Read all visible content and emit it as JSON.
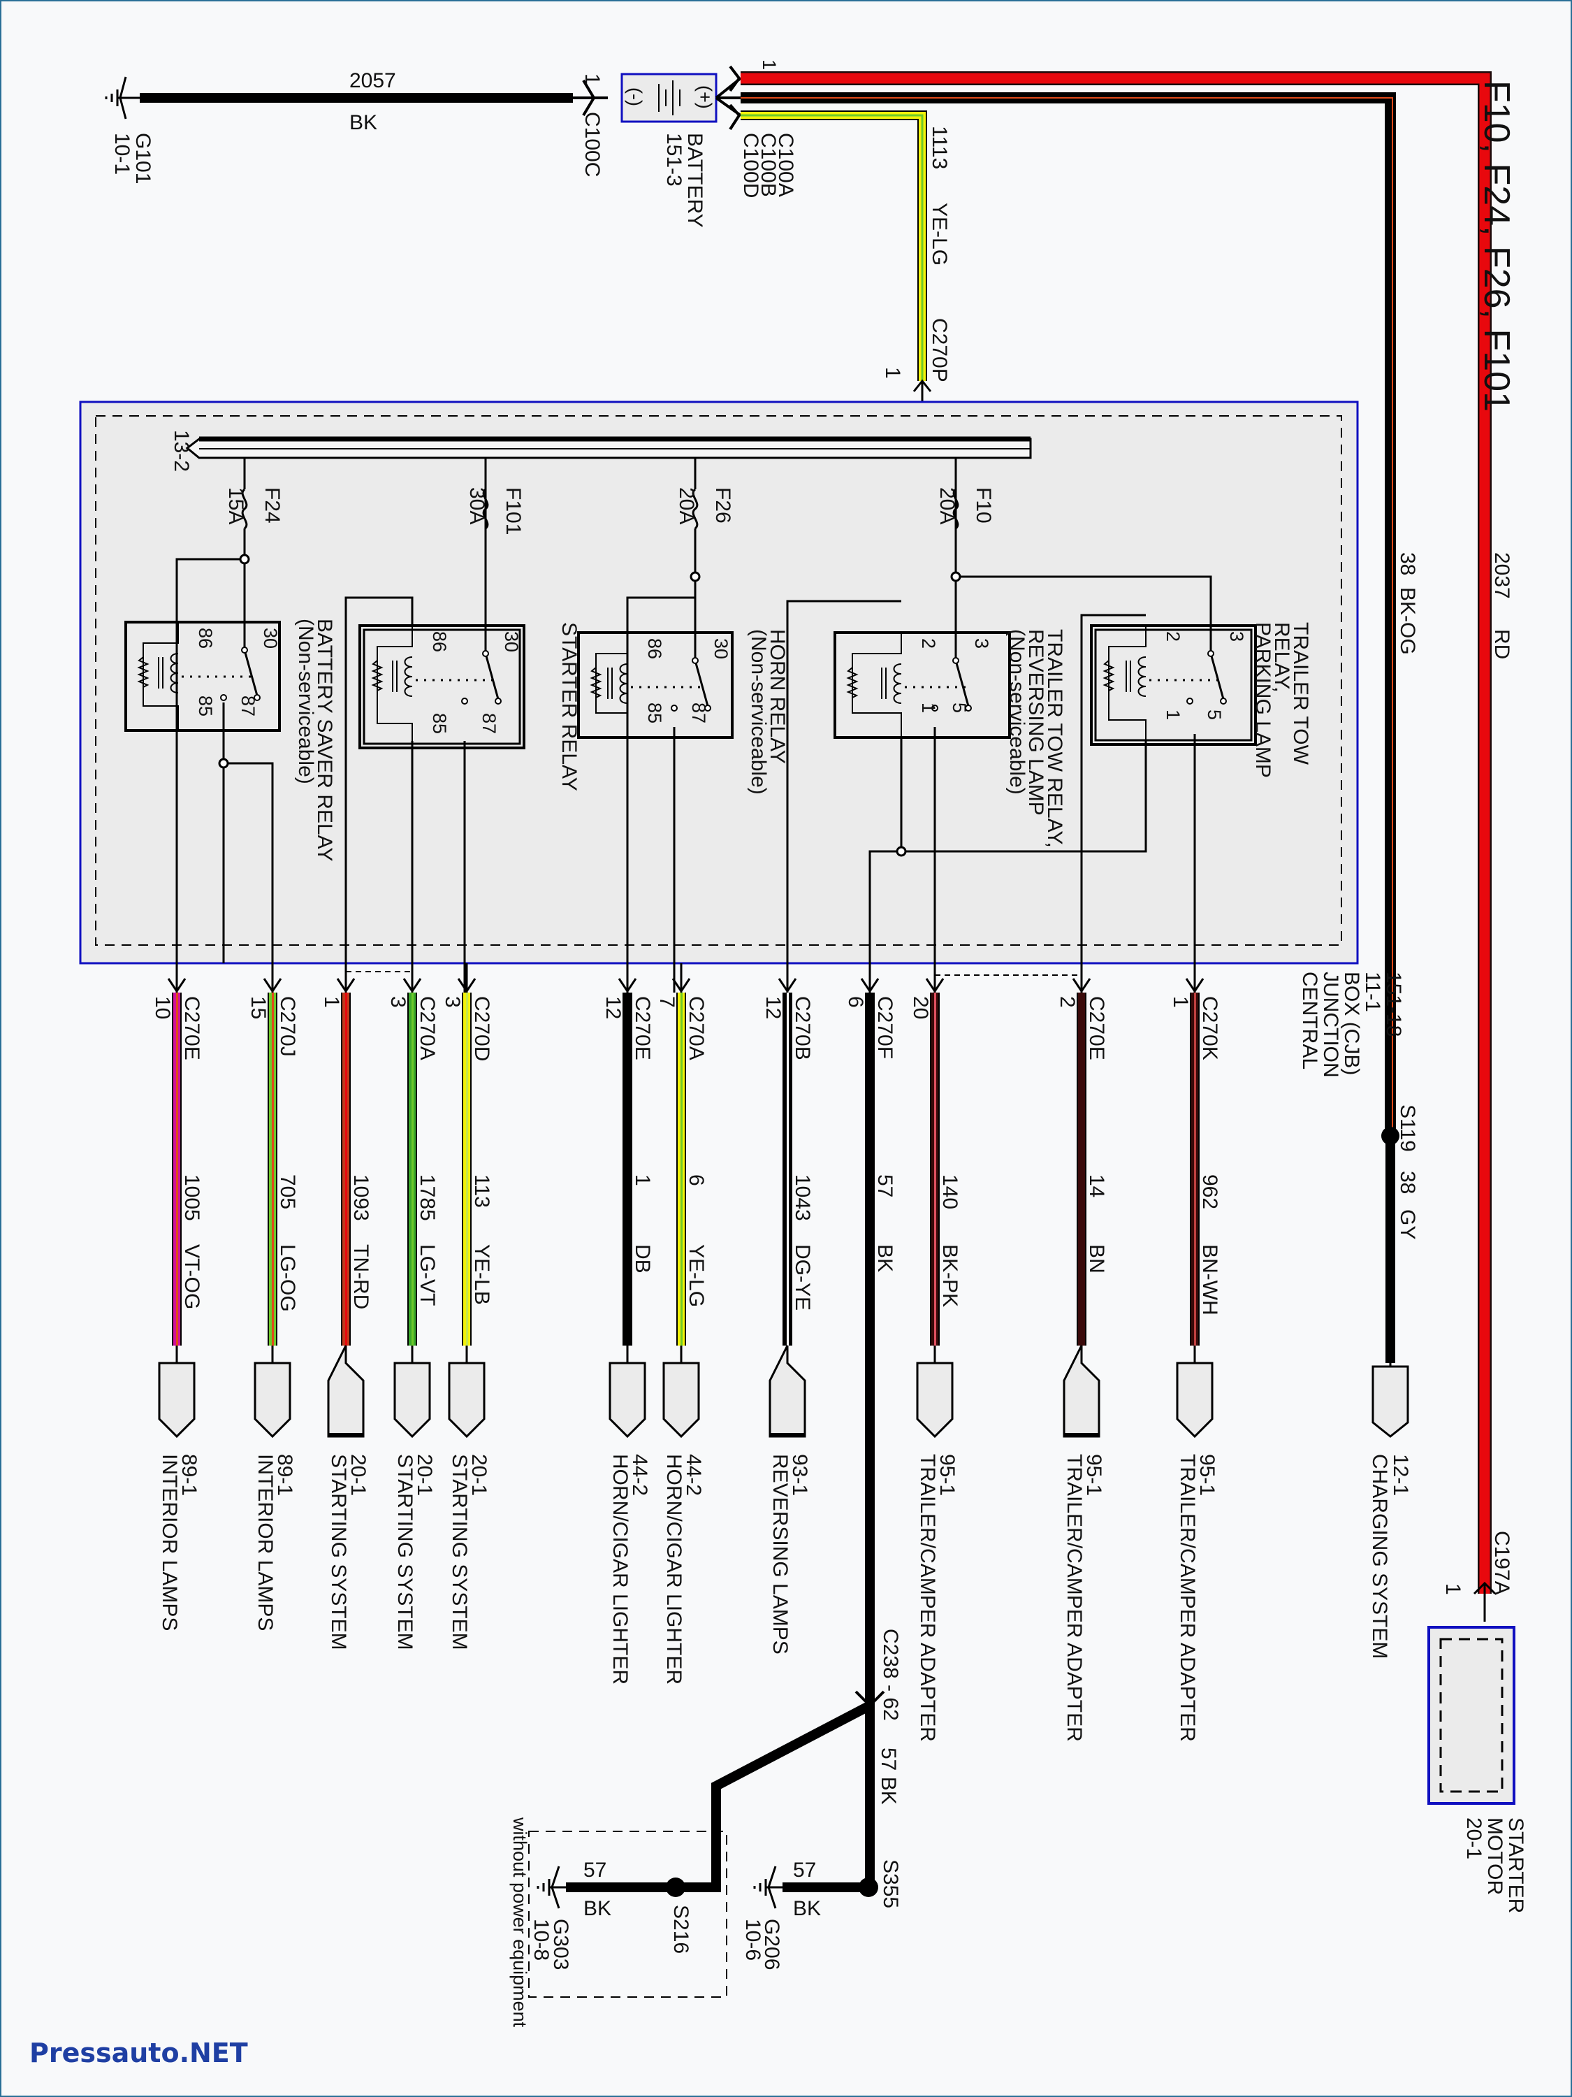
{
  "title": "F10, F24, F26, F101",
  "watermark": "Pressauto.NET",
  "colors": {
    "RD": "#e8080d",
    "BK": "#000000",
    "OG": "#e04a1a",
    "YE": "#f2f20a",
    "LG": "#6ec92a",
    "VT": "#d0109a",
    "TN": "#c03a1c",
    "GN": "#3aa82a",
    "LB": "#c8e84a",
    "BN": "#3a0a0a",
    "PK": "#e05060",
    "WH": "#ffffff",
    "GY": "#111111",
    "box_blue": "#1010c0",
    "box_fill": "#ebebeb"
  },
  "ground_top": {
    "id": "G101",
    "ref": "10-1",
    "circuit": "2057",
    "color": "BK",
    "connector": "C100C",
    "pin": "1"
  },
  "battery": {
    "name": "BATTERY",
    "ref": "151-3",
    "neg": "(-)",
    "pos": "(+)",
    "connectors": [
      "C100A",
      "C100B",
      "C100D"
    ],
    "pins": [
      "1",
      "1",
      "1"
    ]
  },
  "feed_wires": [
    {
      "circuit": "2037",
      "color": "RD"
    },
    {
      "circuit": "38",
      "color": "BK-OG"
    },
    {
      "circuit": "1113",
      "color": "YE-LG",
      "connector": "C270P",
      "pin": "1"
    }
  ],
  "cjb": {
    "name_lines": [
      "CENTRAL",
      "JUNCTION",
      "BOX (CJB)",
      "11-1",
      "151-18"
    ],
    "bus_ref": "13-2"
  },
  "fuses": [
    {
      "id": "F24",
      "rating": "15A"
    },
    {
      "id": "F101",
      "rating": "30A"
    },
    {
      "id": "F26",
      "rating": "20A"
    },
    {
      "id": "F10",
      "rating": "20A"
    }
  ],
  "relays": [
    {
      "name_lines": [
        "BATTERY SAVER RELAY",
        "(Non-serviceable)"
      ],
      "pins": [
        "86",
        "30",
        "85",
        "87"
      ]
    },
    {
      "name_lines": [
        "STARTER RELAY"
      ],
      "pins": [
        "86",
        "30",
        "85",
        "87"
      ]
    },
    {
      "name_lines": [
        "HORN RELAY",
        "(Non-serviceable)"
      ],
      "pins": [
        "86",
        "30",
        "85",
        "87"
      ]
    },
    {
      "name_lines": [
        "TRAILER TOW RELAY,",
        "REVERSING LAMP",
        "(Non-serviceable)"
      ],
      "pins": [
        "2",
        "3",
        "1",
        "5"
      ]
    },
    {
      "name_lines": [
        "TRAILER TOW",
        "RELAY,",
        "PARKING LAMP"
      ],
      "pins": [
        "2",
        "3",
        "1",
        "5"
      ]
    }
  ],
  "outputs": [
    {
      "connector": "C270E",
      "pin": "10",
      "circuit": "1005",
      "color": "VT-OG",
      "terminal_ref": "89-1",
      "terminal_name": "INTERIOR LAMPS",
      "shape": "male"
    },
    {
      "connector": "C270J",
      "pin": "15",
      "circuit": "705",
      "color": "LG-OG",
      "terminal_ref": "89-1",
      "terminal_name": "INTERIOR LAMPS",
      "shape": "male"
    },
    {
      "connector": "",
      "pin": "1",
      "circuit": "1093",
      "color": "TN-RD",
      "terminal_ref": "20-1",
      "terminal_name": "STARTING SYSTEM",
      "shape": "female"
    },
    {
      "connector": "C270A",
      "pin": "3",
      "circuit": "1785",
      "color": "LG-VT",
      "terminal_ref": "20-1",
      "terminal_name": "STARTING SYSTEM",
      "shape": "male"
    },
    {
      "connector": "C270D",
      "pin": "3",
      "circuit": "113",
      "color": "YE-LB",
      "terminal_ref": "20-1",
      "terminal_name": "STARTING SYSTEM",
      "shape": "male"
    },
    {
      "connector": "C270E",
      "pin": "12",
      "circuit": "1",
      "color": "DB",
      "terminal_ref": "44-2",
      "terminal_name": "HORN/CIGAR LIGHTER",
      "shape": "male"
    },
    {
      "connector": "C270A",
      "pin": "7",
      "circuit": "6",
      "color": "YE-LG",
      "terminal_ref": "44-2",
      "terminal_name": "HORN/CIGAR LIGHTER",
      "shape": "male"
    },
    {
      "connector": "C270B",
      "pin": "12",
      "circuit": "1043",
      "color": "DG-YE",
      "terminal_ref": "93-1",
      "terminal_name": "REVERSING LAMPS",
      "shape": "female"
    },
    {
      "connector": "C270F",
      "pin": "6",
      "circuit": "57",
      "color": "BK",
      "terminal_ref": "",
      "terminal_name": "",
      "shape": "none"
    },
    {
      "connector": "",
      "pin": "20",
      "circuit": "140",
      "color": "BK-PK",
      "terminal_ref": "95-1",
      "terminal_name": "TRAILER/CAMPER ADAPTER",
      "shape": "male"
    },
    {
      "connector": "C270E",
      "pin": "2",
      "circuit": "14",
      "color": "BN",
      "terminal_ref": "95-1",
      "terminal_name": "TRAILER/CAMPER ADAPTER",
      "shape": "female"
    },
    {
      "connector": "C270K",
      "pin": "1",
      "circuit": "962",
      "color": "BN-WH",
      "terminal_ref": "95-1",
      "terminal_name": "TRAILER/CAMPER ADAPTER",
      "shape": "male"
    }
  ],
  "charging": {
    "splice": "S119",
    "circuit": "38",
    "color": "GY",
    "terminal_ref": "12-1",
    "terminal_name": "CHARGING SYSTEM"
  },
  "starter_motor": {
    "connector": "C197A",
    "pin": "1",
    "name_lines": [
      "STARTER",
      "MOTOR",
      "20-1"
    ]
  },
  "ground_bottom": {
    "inline_connector": "C238 - 62",
    "circuit_label": "57  BK",
    "grounds": [
      {
        "splice": "S355",
        "circuit": "57",
        "color": "BK",
        "id": "G206",
        "ref": "10-6"
      },
      {
        "splice": "S216",
        "circuit": "57",
        "color": "BK",
        "id": "G303",
        "ref": "10-8",
        "note": "without power equipment"
      }
    ]
  }
}
